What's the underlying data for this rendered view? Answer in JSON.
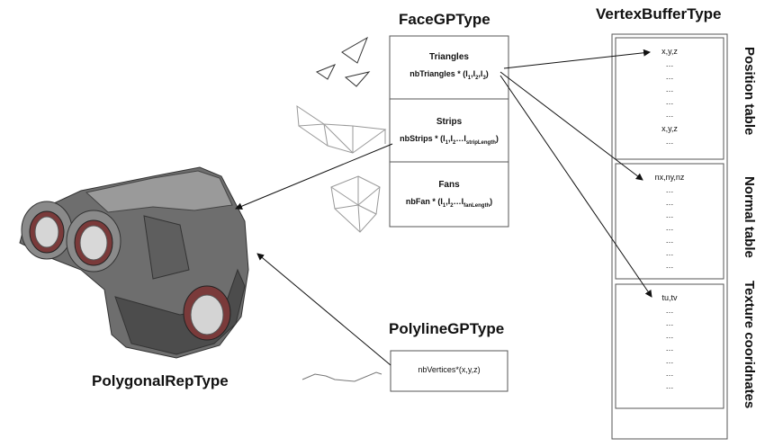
{
  "titles": {
    "face": "FaceGPType",
    "vertex_buffer": "VertexBufferType",
    "polyline": "PolylineGPType",
    "polygonal_rep": "PolygonalRepType"
  },
  "face_cells": [
    {
      "head": "Triangles",
      "formula_pre": "nbTriangles * (I",
      "formula_rest": ",I",
      "formula_end": ")"
    },
    {
      "head": "Strips",
      "formula_pre": "nbStrips * (I",
      "formula_rest": ",I",
      "formula_end": ")"
    },
    {
      "head": "Fans",
      "formula_pre": "nbFan * (I",
      "formula_rest": ",I",
      "formula_end": ")"
    }
  ],
  "subs": {
    "one": "1",
    "two": "2",
    "three": "3",
    "strip_len": "stripLength",
    "fan_len": "fanLength",
    "ellipsis": "…I"
  },
  "polyline_text": "nbVertices*(x,y,z)",
  "tables": {
    "position": {
      "label": "Position table",
      "first": "x,y,z",
      "mid": "…",
      "last": "x,y,z"
    },
    "normal": {
      "label": "Normal table",
      "first": "nx,ny,nz",
      "mid": "…"
    },
    "texture": {
      "label": "Texture cooridnates",
      "first": "tu,tv",
      "mid": "…"
    }
  }
}
